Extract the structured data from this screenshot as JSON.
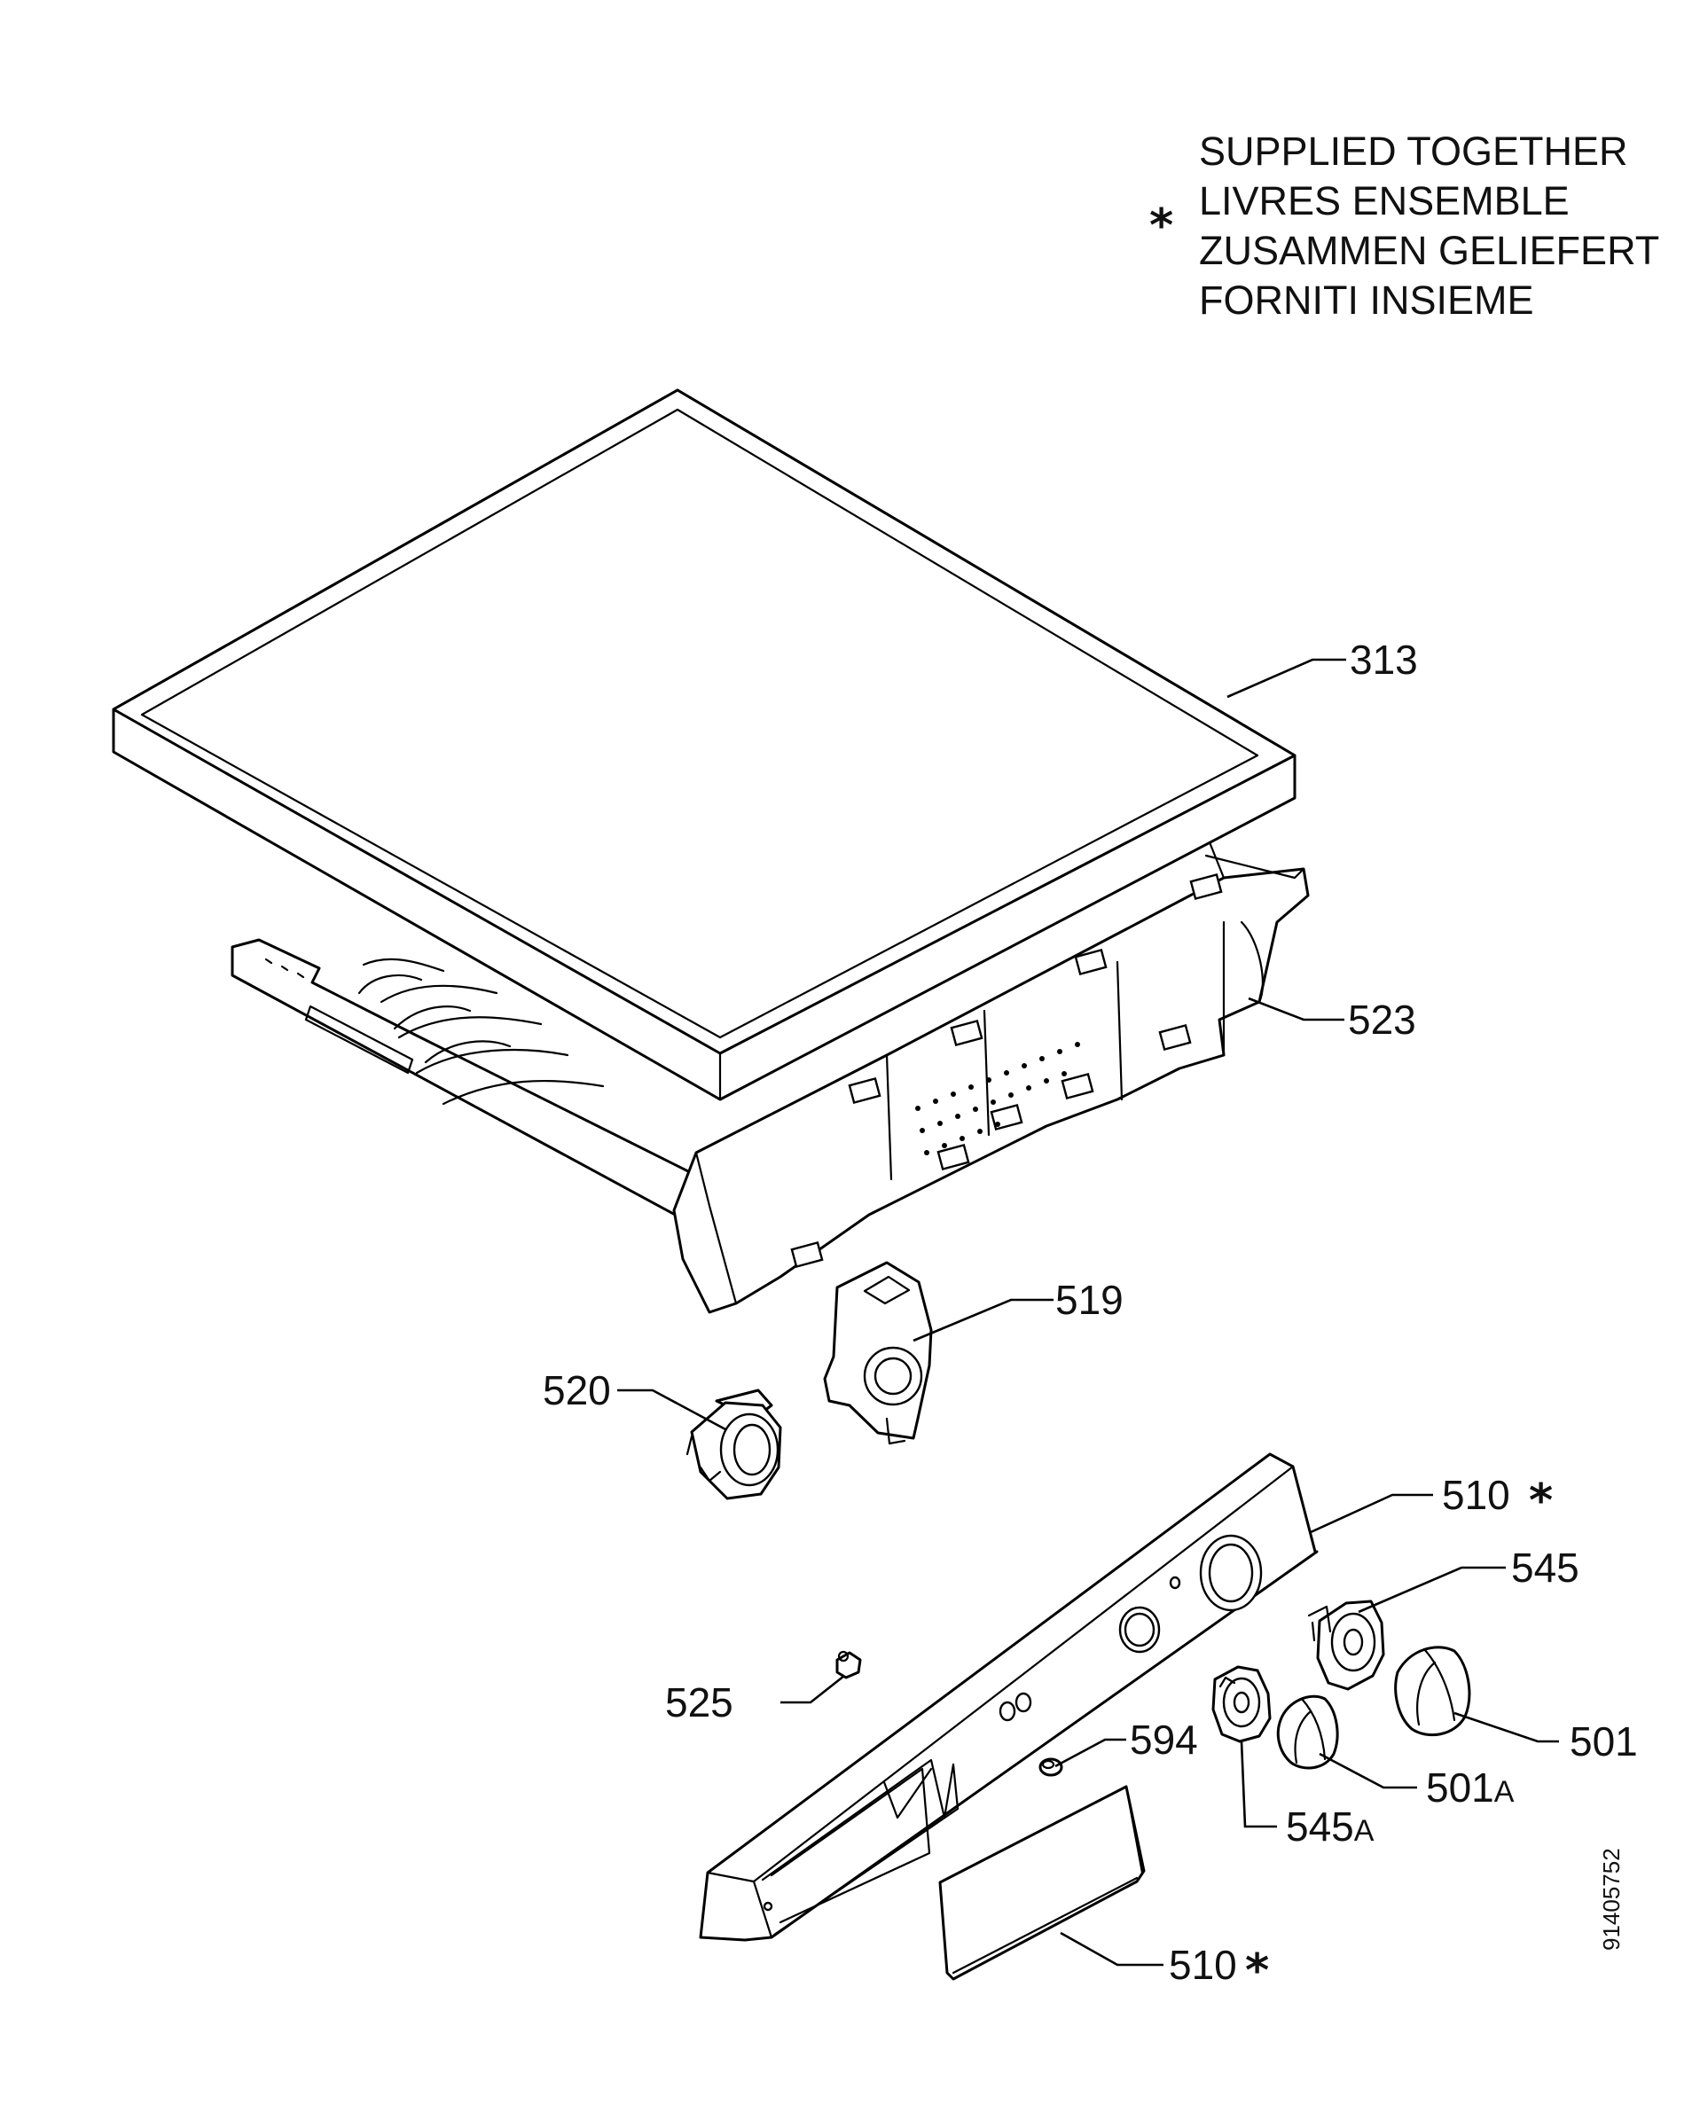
{
  "legend": {
    "marker": "*",
    "lines": [
      "SUPPLIED TOGETHER",
      "LIVRES ENSEMBLE",
      "ZUSAMMEN GELIEFERT",
      "FORNITI INSIEME"
    ]
  },
  "callouts": {
    "p313": "313",
    "p523": "523",
    "p519": "519",
    "p520": "520",
    "p510_panel": "510",
    "p510_panel_mark": "*",
    "p545": "545",
    "p525": "525",
    "p594": "594",
    "p501": "501",
    "p501a_num": "501",
    "p501a_suffix": "A",
    "p545a_num": "545",
    "p545a_suffix": "A",
    "p510_drawer": "510",
    "p510_drawer_mark": "*"
  },
  "document_number": "91405752"
}
